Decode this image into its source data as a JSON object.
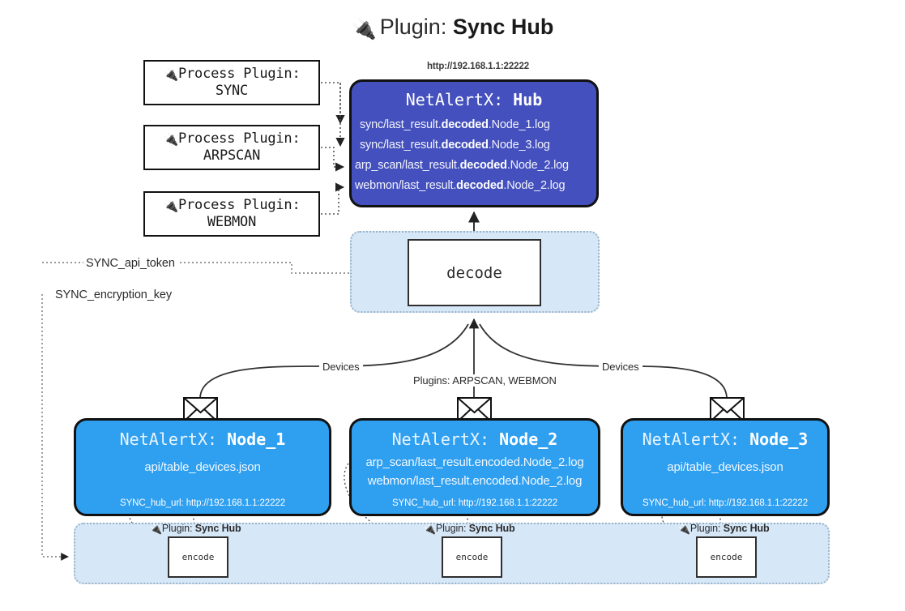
{
  "title": {
    "icon": "plug-icon",
    "prefix": "Plugin: ",
    "name": "Sync Hub"
  },
  "process_plugins": [
    {
      "icon": "plug-icon",
      "line1": "Process Plugin:",
      "line2": "SYNC"
    },
    {
      "icon": "plug-icon",
      "line1": "Process Plugin:",
      "line2": "ARPSCAN"
    },
    {
      "icon": "plug-icon",
      "line1": "Process Plugin:",
      "line2": "WEBMON"
    }
  ],
  "hub": {
    "url": "http://192.168.1.1:22222",
    "title_prefix": "NetAlertX: ",
    "title_name": "Hub",
    "lines": [
      {
        "pre": "sync/last_result.",
        "bold": "decoded",
        "post": ".Node_1.log"
      },
      {
        "pre": "sync/last_result.",
        "bold": "decoded",
        "post": ".Node_3.log"
      },
      {
        "pre": "arp_scan/last_result.",
        "bold": "decoded",
        "post": ".Node_2.log"
      },
      {
        "pre": "webmon/last_result.",
        "bold": "decoded",
        "post": ".Node_2.log"
      }
    ]
  },
  "decode": {
    "label": "decode"
  },
  "config_labels": {
    "api_token": "SYNC_api_token",
    "encryption_key": "SYNC_encryption_key"
  },
  "edge_labels": {
    "devices_left": "Devices",
    "devices_right": "Devices",
    "plugins_center": "Plugins: ARPSCAN, WEBMON"
  },
  "nodes": [
    {
      "icon": "envelope-icon",
      "title_prefix": "NetAlertX: ",
      "title_name": "Node_1",
      "lines": [
        "api/table_devices.json"
      ],
      "footer": "SYNC_hub_url: http://192.168.1.1:22222"
    },
    {
      "icon": "envelope-icon",
      "title_prefix": "NetAlertX: ",
      "title_name": "Node_2",
      "lines": [
        "arp_scan/last_result.encoded.Node_2.log",
        "webmon/last_result.encoded.Node_2.log"
      ],
      "footer": "SYNC_hub_url: http://192.168.1.1:22222"
    },
    {
      "icon": "envelope-icon",
      "title_prefix": "NetAlertX: ",
      "title_name": "Node_3",
      "lines": [
        "api/table_devices.json"
      ],
      "footer": "SYNC_hub_url: http://192.168.1.1:22222"
    }
  ],
  "encoders": [
    {
      "tag_icon": "plug-icon",
      "tag_prefix": "Plugin: ",
      "tag_name": "Sync Hub",
      "label": "encode"
    },
    {
      "tag_icon": "plug-icon",
      "tag_prefix": "Plugin: ",
      "tag_name": "Sync Hub",
      "label": "encode"
    },
    {
      "tag_icon": "plug-icon",
      "tag_prefix": "Plugin: ",
      "tag_name": "Sync Hub",
      "label": "encode"
    }
  ],
  "colors": {
    "hub_fill": "#4450bd",
    "node_fill": "#2f9ff0",
    "band_fill": "#d6e7f8",
    "band_border": "#9bb3c7",
    "stroke": "#111111",
    "background": "#ffffff"
  }
}
